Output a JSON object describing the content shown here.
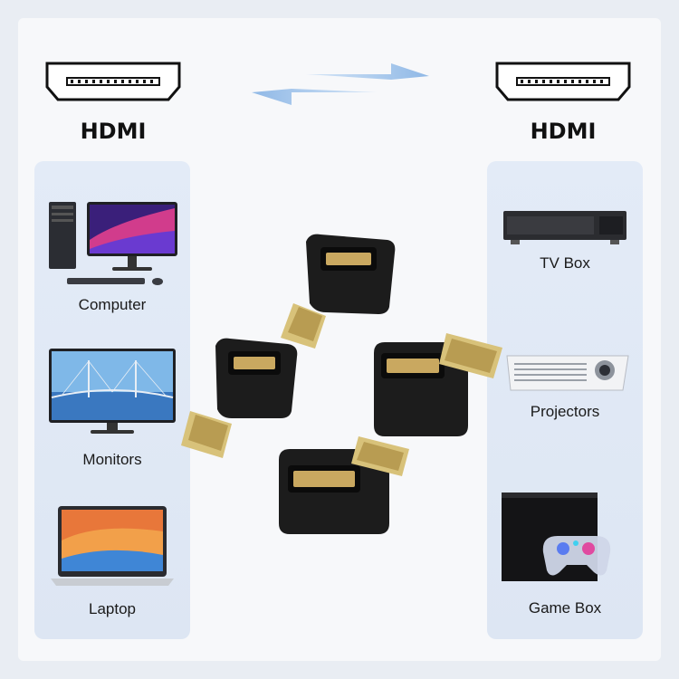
{
  "connector_left": {
    "label": "HDMI"
  },
  "connector_right": {
    "label": "HDMI"
  },
  "source_devices": [
    {
      "label": "Computer",
      "icon": "computer-icon"
    },
    {
      "label": "Monitors",
      "icon": "monitor-icon"
    },
    {
      "label": "Laptop",
      "icon": "laptop-icon"
    }
  ],
  "display_devices": [
    {
      "label": "TV Box",
      "icon": "tv-box-icon"
    },
    {
      "label": "Projectors",
      "icon": "projector-icon"
    },
    {
      "label": "Game Box",
      "icon": "game-box-icon"
    }
  ],
  "colors": {
    "accent_blue": "#8fb8e6",
    "panel_bg": "#e0e8f5",
    "adapter_black": "#1c1c1c",
    "connector_gold": "#d8c27a"
  }
}
